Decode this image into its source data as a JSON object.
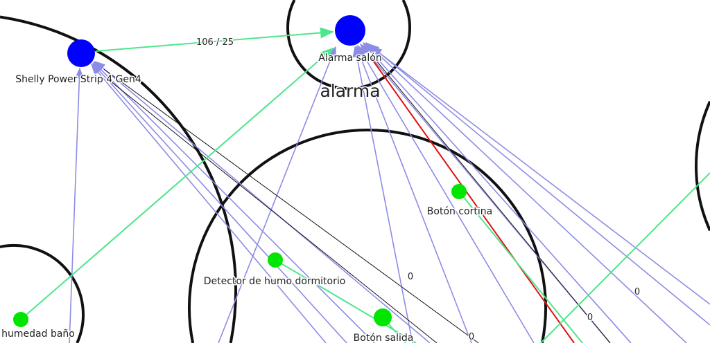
{
  "groups": [
    {
      "label": "alarma"
    }
  ],
  "nodes": [
    {
      "label": "Shelly Power Strip 4 Gen4",
      "color": "#0000ff"
    },
    {
      "label": "Alarma salón",
      "color": "#0000ff"
    },
    {
      "label": "Botón cortina",
      "color": "#00e600"
    },
    {
      "label": "Detector de humo dormitorio",
      "color": "#00e600"
    },
    {
      "label": "Botón salida",
      "color": "#00e600"
    },
    {
      "label": "humedad baño",
      "color": "#00e600"
    }
  ],
  "edge_labels": [
    "106 / 25",
    "0",
    "0",
    "0",
    "0"
  ],
  "colors": {
    "edge_default": "#8c8ce6",
    "edge_green": "#4de68c",
    "edge_red": "#e01010"
  }
}
